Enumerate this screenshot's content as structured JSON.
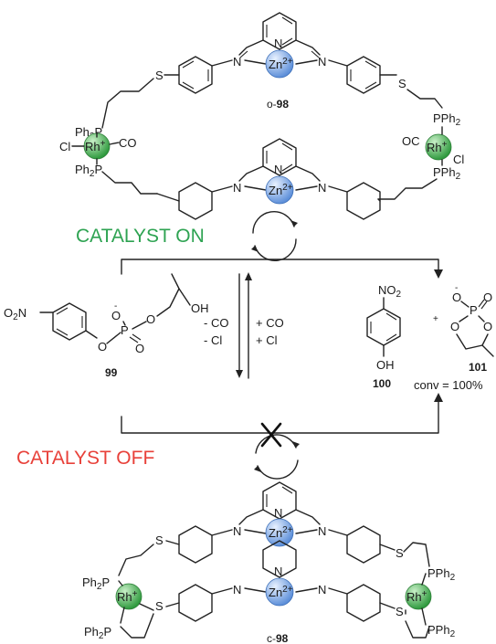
{
  "colors": {
    "catalyst_on": "#2ea352",
    "catalyst_off": "#e8413a",
    "zinc_fill": "#8fb8ee",
    "rhodium_fill": "#5cc56a",
    "stop_mark": "#111111"
  },
  "atoms": {
    "N": "N",
    "zn": "Zn",
    "zn_charge": "2+",
    "rh": "Rh",
    "rh_charge": "+",
    "S": "S",
    "P": "P",
    "O": "O",
    "O_minus": "O",
    "minus": "-",
    "ph2p": "Ph",
    "ph2p_sub": "2",
    "pph2": "PPh",
    "pph2_sub": "2",
    "cl": "Cl",
    "co": "CO",
    "oc": "OC",
    "o2n": "O",
    "o2n_sub": "2",
    "o2n_tail": "N",
    "no2": "NO",
    "no2_sub": "2",
    "oh": "OH",
    "plus": "+"
  },
  "compounds": {
    "top": {
      "prefix": "o-",
      "number": "98"
    },
    "bottom": {
      "prefix": "c-",
      "number": "98"
    },
    "substrate": "99",
    "product_phenol": "100",
    "product_cyclic": "101"
  },
  "status": {
    "on": "CATALYST ON",
    "off": "CATALYST OFF"
  },
  "equilibrium": {
    "left": [
      "- CO",
      "- Cl"
    ],
    "right": [
      "+ CO",
      "+ Cl"
    ]
  },
  "conversion": "conv = 100%"
}
